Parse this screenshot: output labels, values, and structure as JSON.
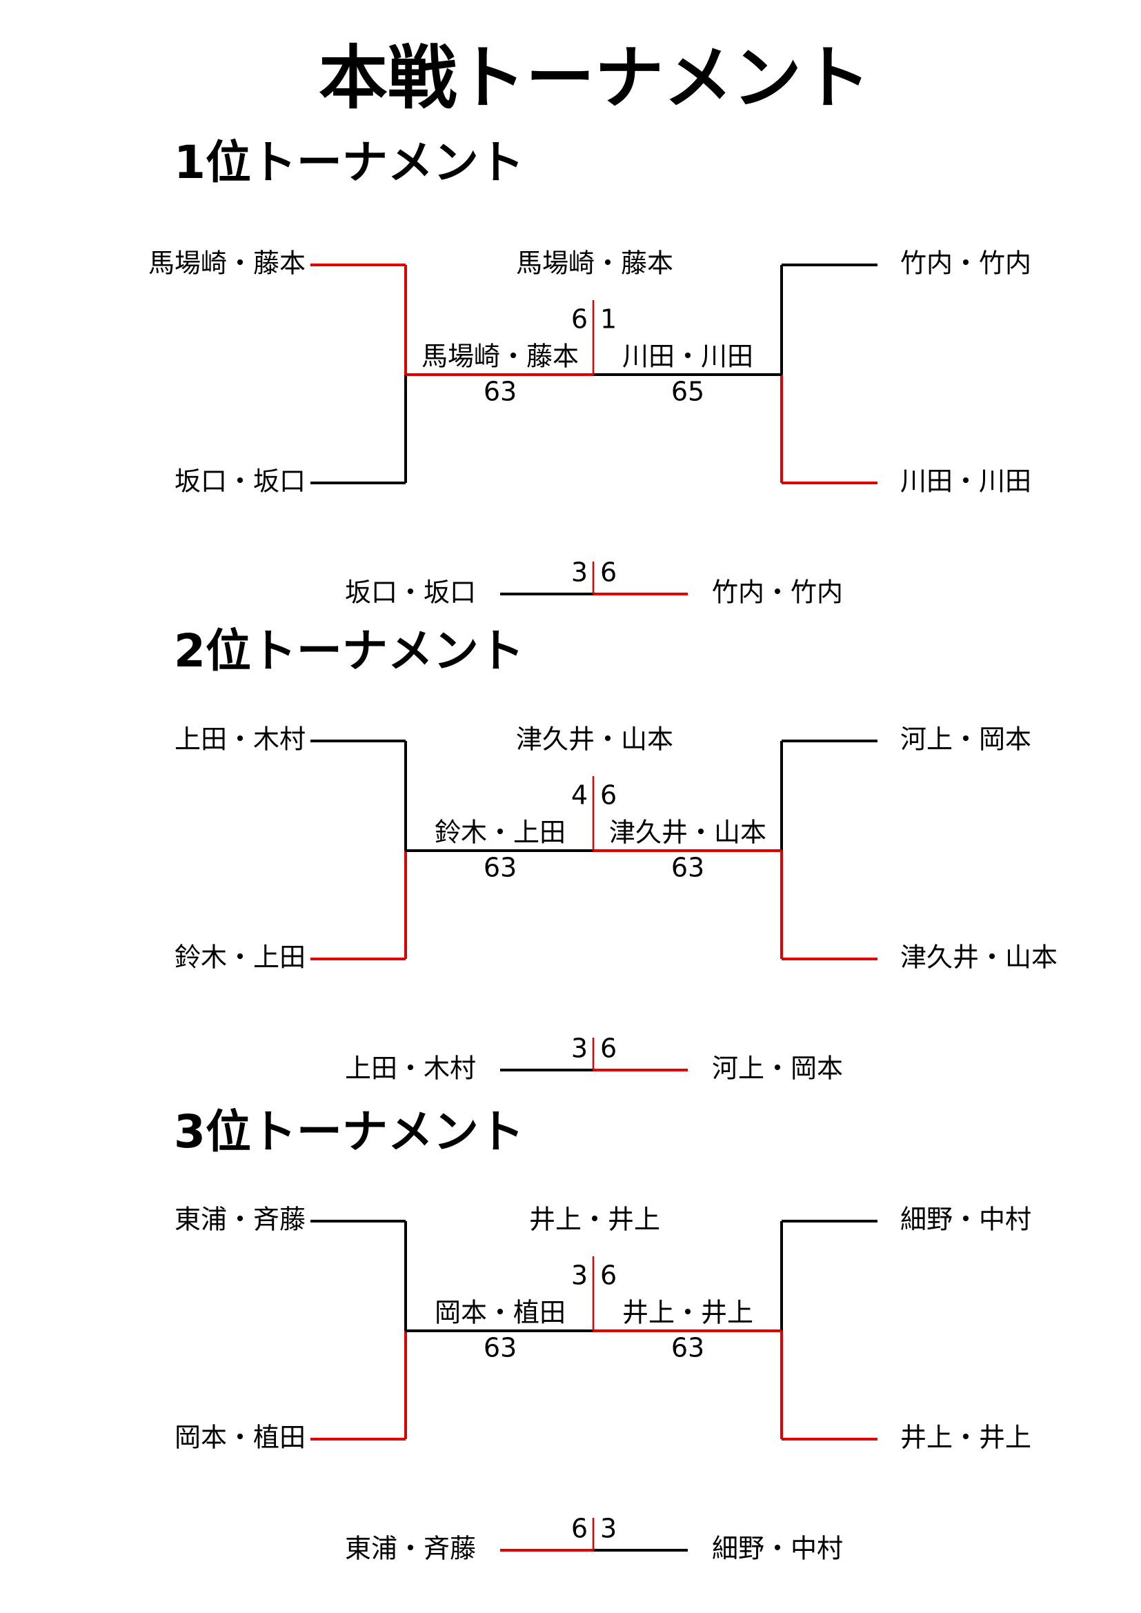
{
  "title": "本戦トーナメント",
  "colors": {
    "win": "#e00000",
    "lose": "#000000"
  },
  "sections": [
    {
      "heading": "1位トーナメント",
      "left_top": "馬場崎・藤本",
      "left_bottom": "坂口・坂口",
      "right_top": "竹内・竹内",
      "right_bottom": "川田・川田",
      "left_semi": {
        "winner_name": "馬場崎・藤本",
        "winner_side": "top",
        "score": "63"
      },
      "right_semi": {
        "winner_name": "川田・川田",
        "winner_side": "bottom",
        "score": "65"
      },
      "final": {
        "winner_name": "馬場崎・藤本",
        "left_score": "6",
        "right_score": "1",
        "winner_side": "left"
      },
      "consolation": {
        "left_name": "坂口・坂口",
        "right_name": "竹内・竹内",
        "left_score": "3",
        "right_score": "6",
        "winner_side": "right"
      }
    },
    {
      "heading": "2位トーナメント",
      "left_top": "上田・木村",
      "left_bottom": "鈴木・上田",
      "right_top": "河上・岡本",
      "right_bottom": "津久井・山本",
      "left_semi": {
        "winner_name": "鈴木・上田",
        "winner_side": "bottom",
        "score": "63"
      },
      "right_semi": {
        "winner_name": "津久井・山本",
        "winner_side": "bottom",
        "score": "63"
      },
      "final": {
        "winner_name": "津久井・山本",
        "left_score": "4",
        "right_score": "6",
        "winner_side": "right"
      },
      "consolation": {
        "left_name": "上田・木村",
        "right_name": "河上・岡本",
        "left_score": "3",
        "right_score": "6",
        "winner_side": "right"
      }
    },
    {
      "heading": "3位トーナメント",
      "left_top": "東浦・斉藤",
      "left_bottom": "岡本・植田",
      "right_top": "細野・中村",
      "right_bottom": "井上・井上",
      "left_semi": {
        "winner_name": "岡本・植田",
        "winner_side": "bottom",
        "score": "63"
      },
      "right_semi": {
        "winner_name": "井上・井上",
        "winner_side": "bottom",
        "score": "63"
      },
      "final": {
        "winner_name": "井上・井上",
        "left_score": "3",
        "right_score": "6",
        "winner_side": "right"
      },
      "consolation": {
        "left_name": "東浦・斉藤",
        "right_name": "細野・中村",
        "left_score": "6",
        "right_score": "3",
        "winner_side": "left"
      }
    }
  ]
}
